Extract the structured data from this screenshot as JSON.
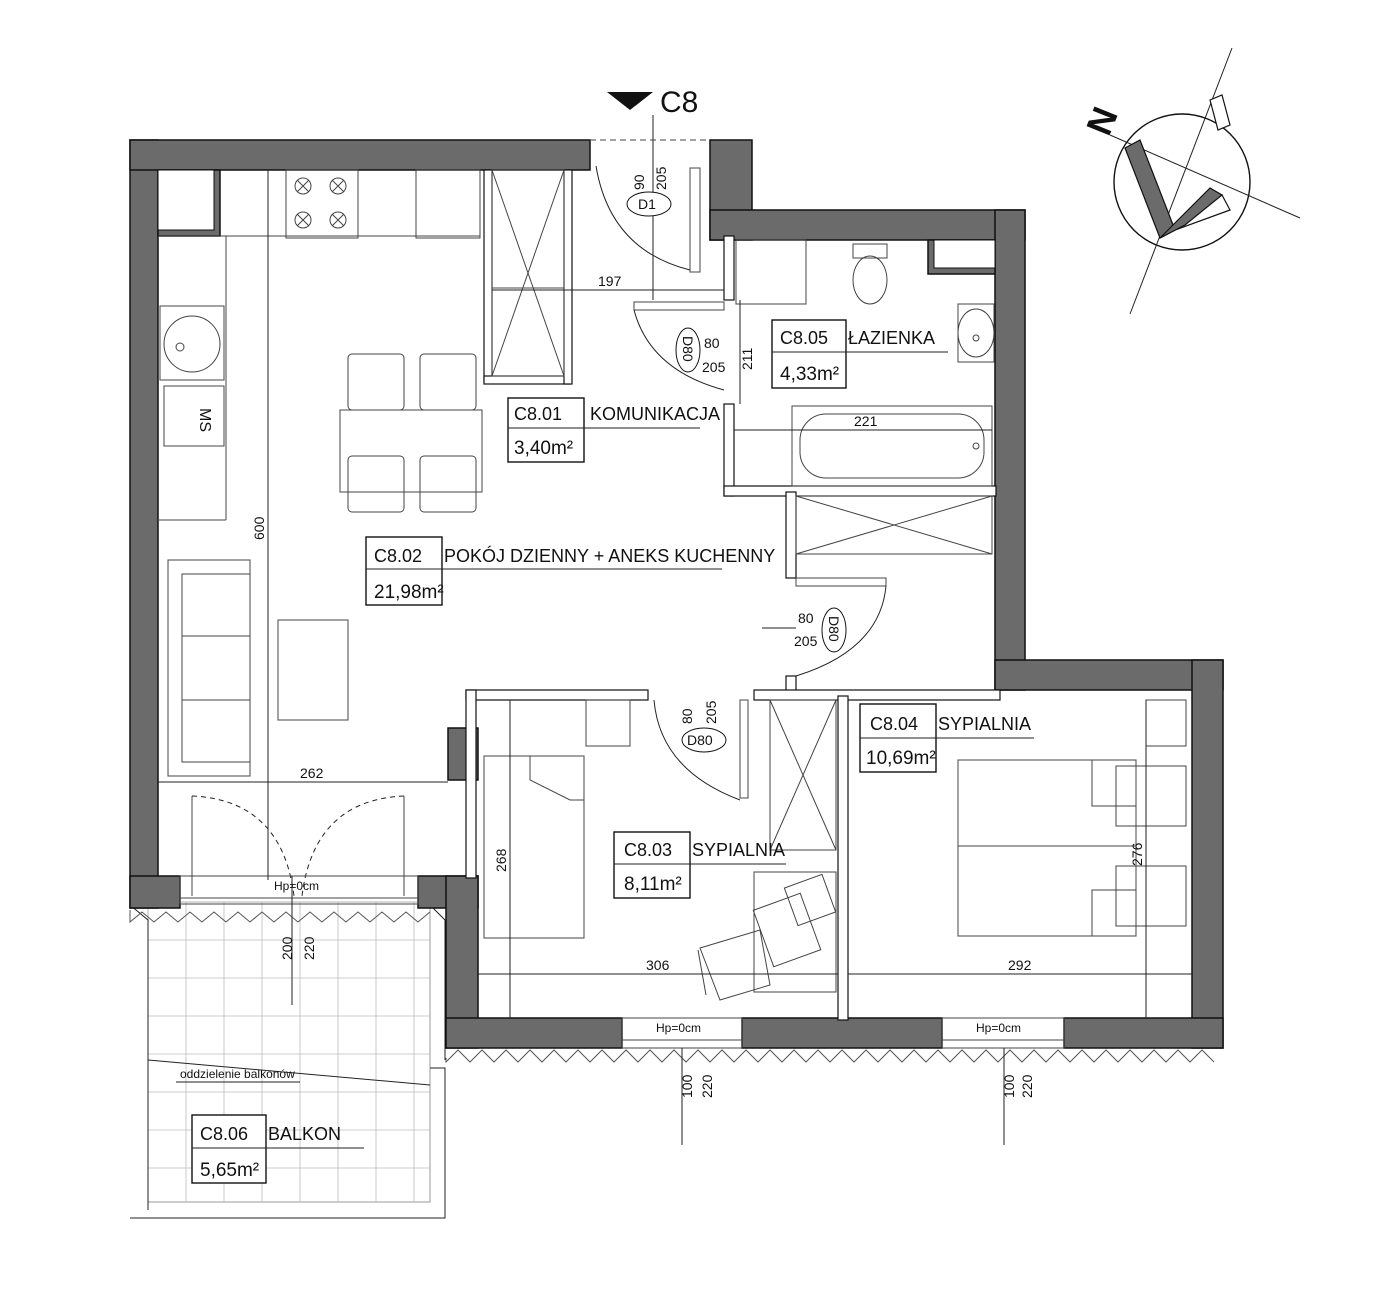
{
  "section_marker": "C8",
  "rooms": [
    {
      "id": "C8.01",
      "name": "KOMUNIKACJA",
      "area": "3,40m²"
    },
    {
      "id": "C8.02",
      "name": "POKÓJ DZIENNY + ANEKS KUCHENNY",
      "area": "21,98m²"
    },
    {
      "id": "C8.03",
      "name": "SYPIALNIA",
      "area": "8,11m²"
    },
    {
      "id": "C8.04",
      "name": "SYPIALNIA",
      "area": "10,69m²"
    },
    {
      "id": "C8.05",
      "name": "ŁAZIENKA",
      "area": "4,33m²"
    },
    {
      "id": "C8.06",
      "name": "BALKON",
      "area": "5,65m²"
    }
  ],
  "doors": {
    "entry": {
      "tag": "D1",
      "width": "90",
      "height": "205"
    },
    "bathroom": {
      "tag": "D80",
      "width": "80",
      "height": "205"
    },
    "bedroom_04": {
      "tag": "D80",
      "width": "80",
      "height": "205"
    },
    "bedroom_03": {
      "tag": "D80",
      "width": "80",
      "height": "205"
    }
  },
  "dimensions": {
    "corridor": "197",
    "bathroom_depth": "211",
    "bath": "221",
    "living_height": "600",
    "living_width": "262",
    "bedroom03_height": "268",
    "bedroom03_width": "306",
    "bedroom04_width": "292",
    "bedroom04_height": "276"
  },
  "windows": {
    "balcony_door": {
      "sill": "Hp=0cm",
      "width": "200",
      "height": "220"
    },
    "bedroom03": {
      "sill": "Hp=0cm",
      "width": "100",
      "height": "220"
    },
    "bedroom04": {
      "sill": "Hp=0cm",
      "width": "100",
      "height": "220"
    }
  },
  "labels": {
    "balcony_divider": "oddzielenie balkonów",
    "washing_machine": "MS",
    "north": "N"
  }
}
